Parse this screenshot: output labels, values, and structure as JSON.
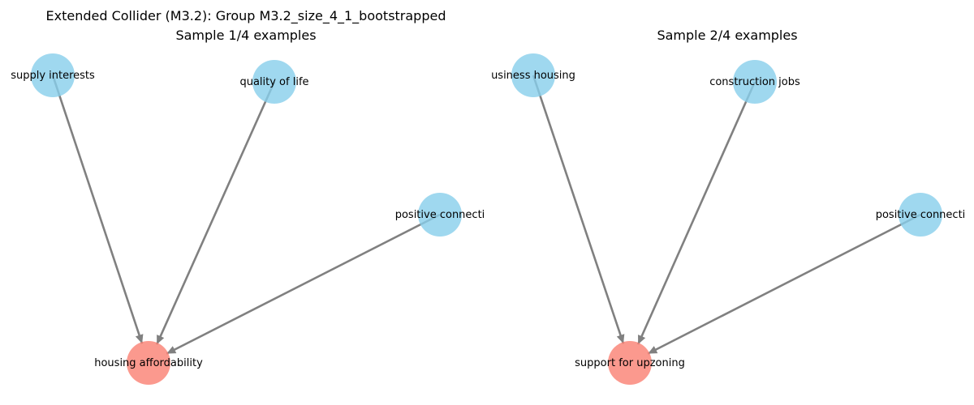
{
  "figure": {
    "panels": [
      {
        "title_line1": "Extended Collider (M3.2): Group M3.2_size_4_1_bootstrapped",
        "title_line2": "Sample 1/4 examples",
        "nodes": [
          {
            "id": "p1-n1",
            "label": "supply interests",
            "role": "cause",
            "color": "#87ceeb"
          },
          {
            "id": "p1-n2",
            "label": "quality of life",
            "role": "cause",
            "color": "#87ceeb"
          },
          {
            "id": "p1-n3",
            "label": "positive connecti",
            "role": "cause",
            "color": "#87ceeb"
          },
          {
            "id": "p1-t",
            "label": "housing affordability",
            "role": "collider",
            "color": "#fa8072"
          }
        ],
        "edges": [
          {
            "from": "p1-n1",
            "to": "p1-t"
          },
          {
            "from": "p1-n2",
            "to": "p1-t"
          },
          {
            "from": "p1-n3",
            "to": "p1-t"
          }
        ]
      },
      {
        "title_line1": "",
        "title_line2": "Sample 2/4 examples",
        "nodes": [
          {
            "id": "p2-n1",
            "label": "usiness housing",
            "role": "cause",
            "color": "#87ceeb"
          },
          {
            "id": "p2-n2",
            "label": "construction jobs",
            "role": "cause",
            "color": "#87ceeb"
          },
          {
            "id": "p2-n3",
            "label": "positive connecti",
            "role": "cause",
            "color": "#87ceeb"
          },
          {
            "id": "p2-t",
            "label": "support for upzoning",
            "role": "collider",
            "color": "#fa8072"
          }
        ],
        "edges": [
          {
            "from": "p2-n1",
            "to": "p2-t"
          },
          {
            "from": "p2-n2",
            "to": "p2-t"
          },
          {
            "from": "p2-n3",
            "to": "p2-t"
          }
        ]
      }
    ]
  }
}
